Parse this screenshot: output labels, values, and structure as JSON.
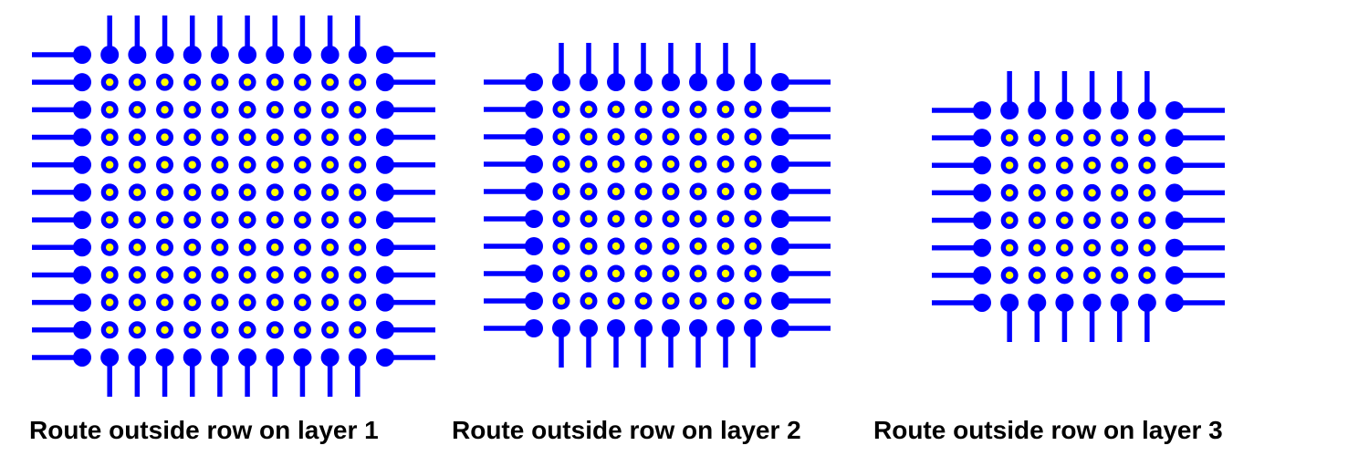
{
  "colors": {
    "trace": "#0000ff",
    "via_center": "#ffff00",
    "background": "#ffffff",
    "caption_text": "#000000"
  },
  "panels": [
    {
      "caption": "Route outside row on layer 1",
      "grid_size": 12
    },
    {
      "caption": "Route outside row on layer 2",
      "grid_size": 10
    },
    {
      "caption": "Route outside row on layer 3",
      "grid_size": 8
    }
  ]
}
